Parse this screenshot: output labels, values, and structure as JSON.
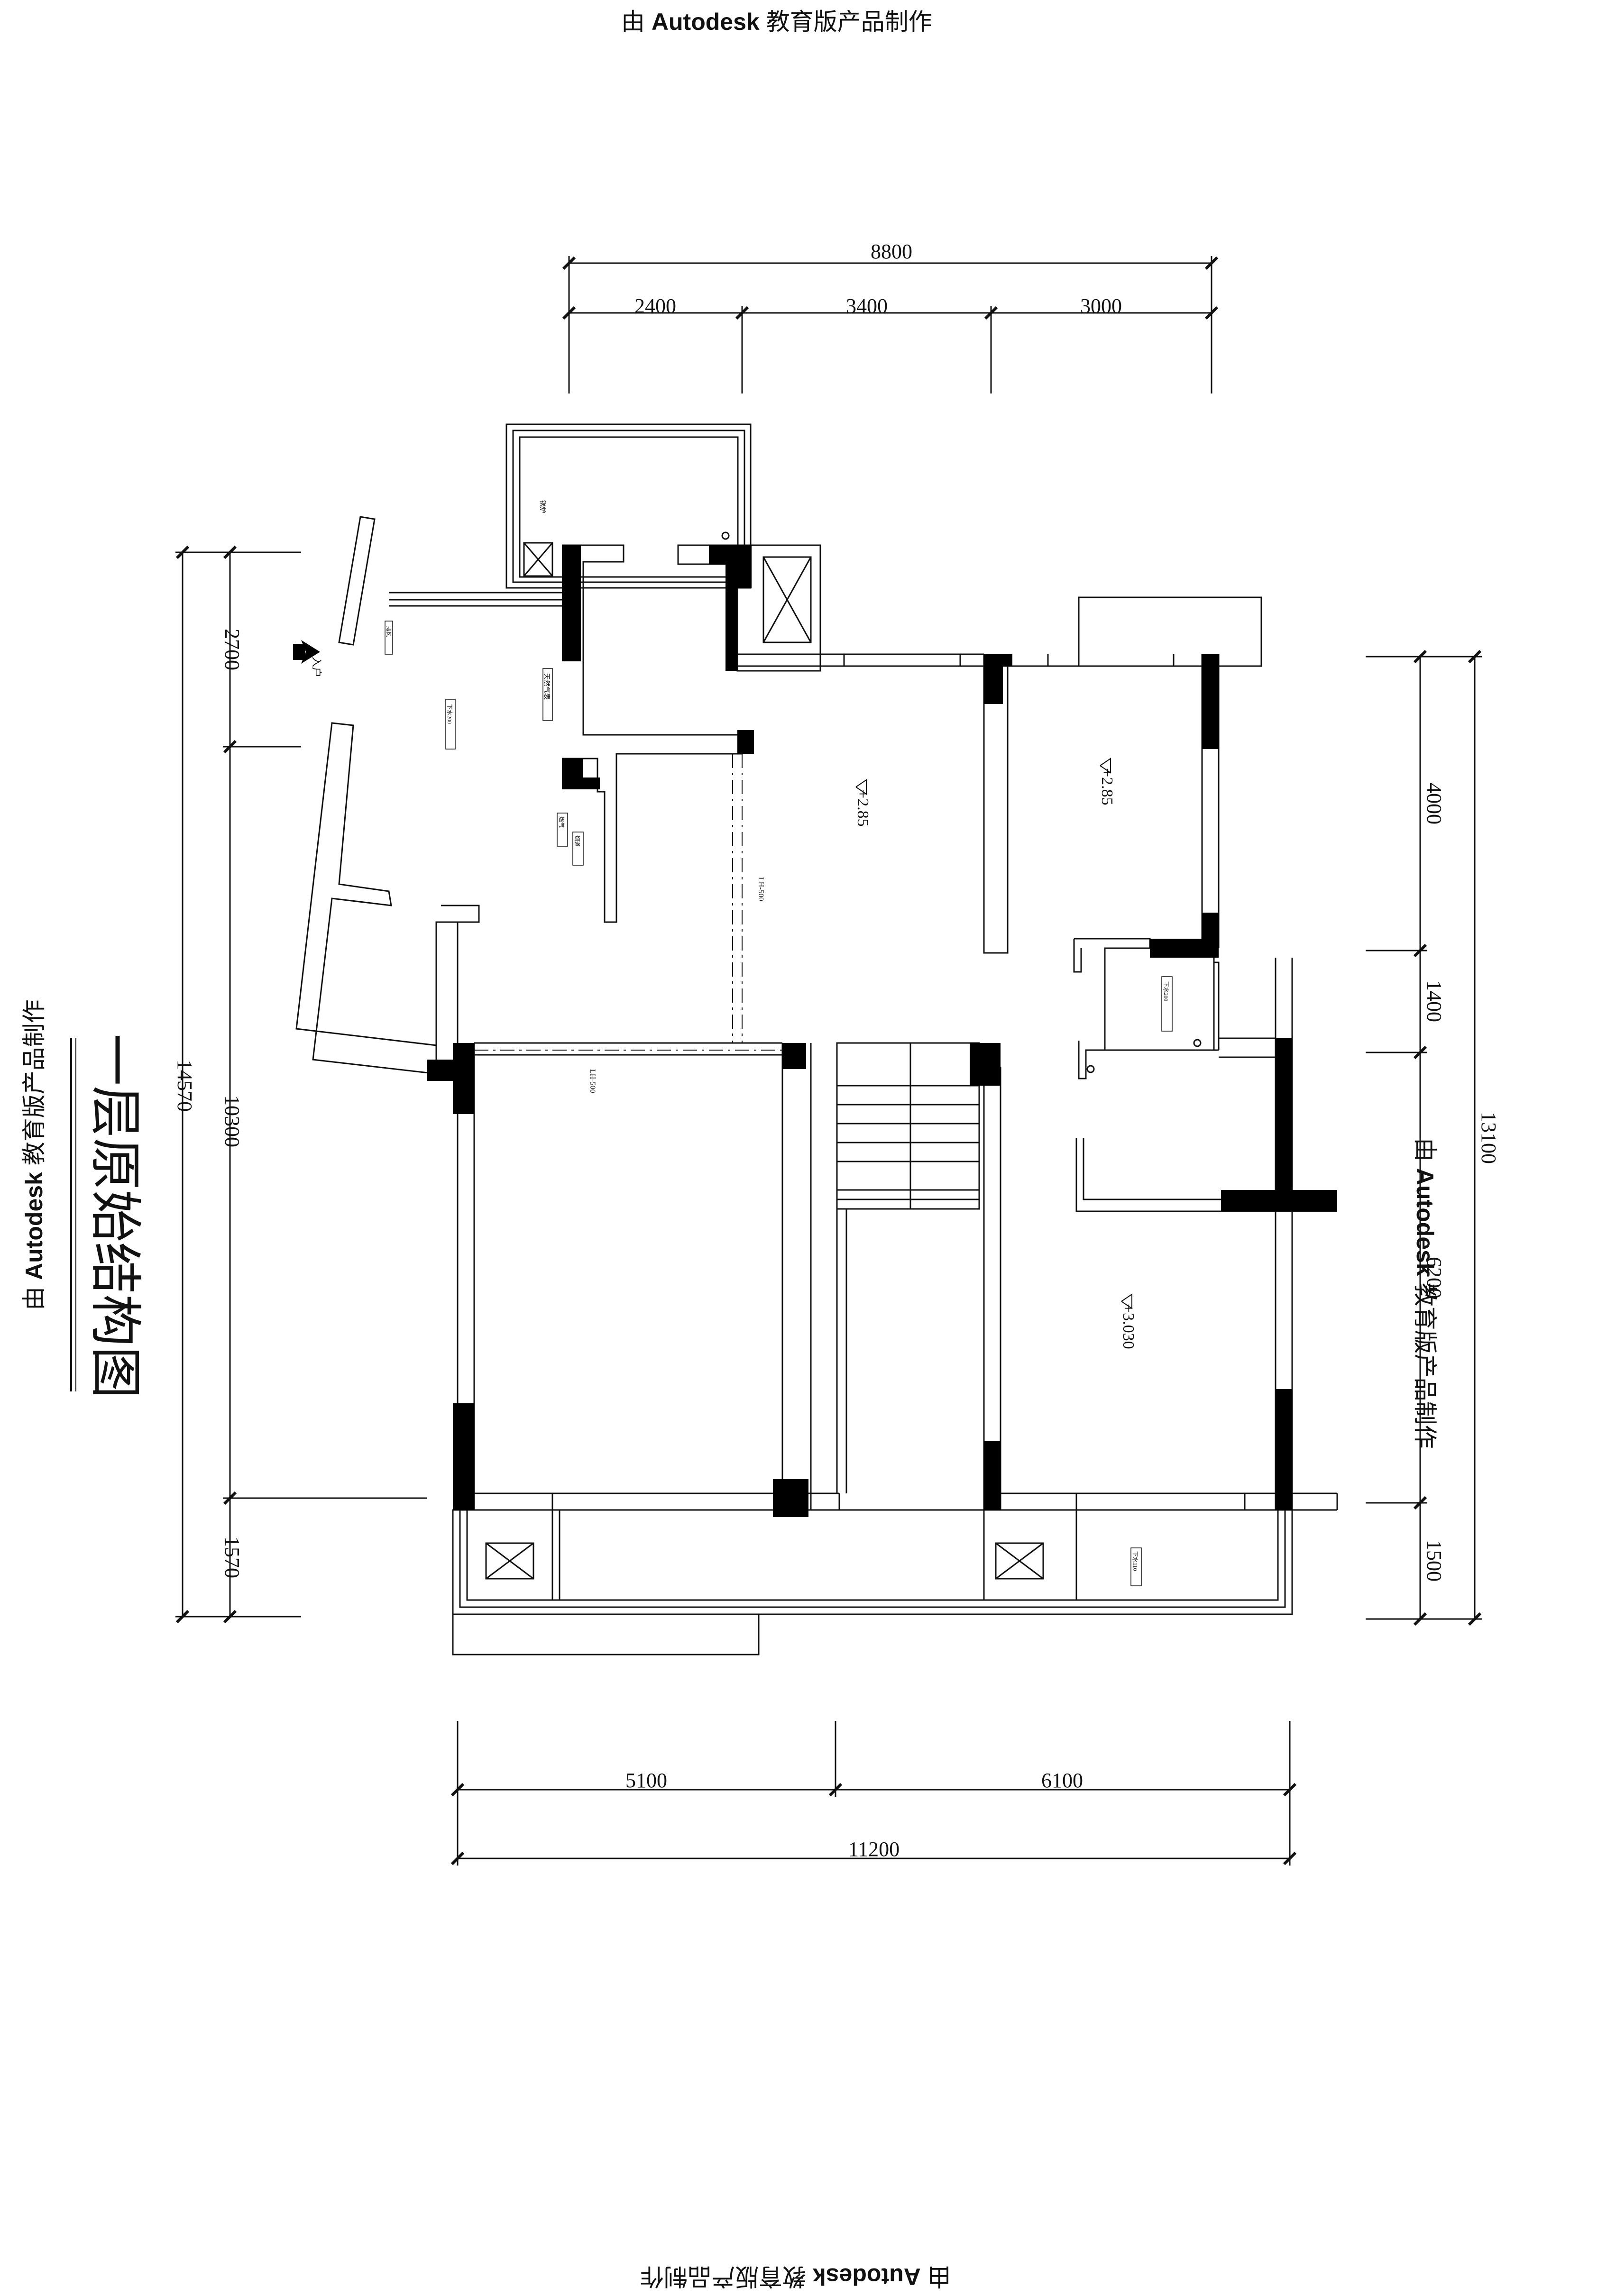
{
  "watermark": {
    "text_prefix": "由",
    "text_brand": "Autodesk",
    "text_suffix": "教育版产品制作"
  },
  "title": "一层原始结构图",
  "dimensions": {
    "top_total": "8800",
    "top_segments": [
      "2400",
      "3400",
      "3000"
    ],
    "bottom_total": "11200",
    "bottom_segments": [
      "5100",
      "6100"
    ],
    "left_total": "14570",
    "left_segments": [
      "2700",
      "10300",
      "1570"
    ],
    "right_total": "13100",
    "right_segments": [
      "4000",
      "1400",
      "6200",
      "1500"
    ]
  },
  "elevations": [
    "+2.85",
    "+2.85",
    "+3.030"
  ],
  "beam_labels": [
    "LH-500",
    "LH-500"
  ],
  "notes": {
    "entry": "入户",
    "boiler": "锅炉",
    "gas_meter": "天然气表",
    "drain_1": "下水200",
    "drain_2": "下水200",
    "drain_3": "下水110",
    "small_1": "燃气",
    "small_2": "烟道",
    "small_3": "排风"
  }
}
